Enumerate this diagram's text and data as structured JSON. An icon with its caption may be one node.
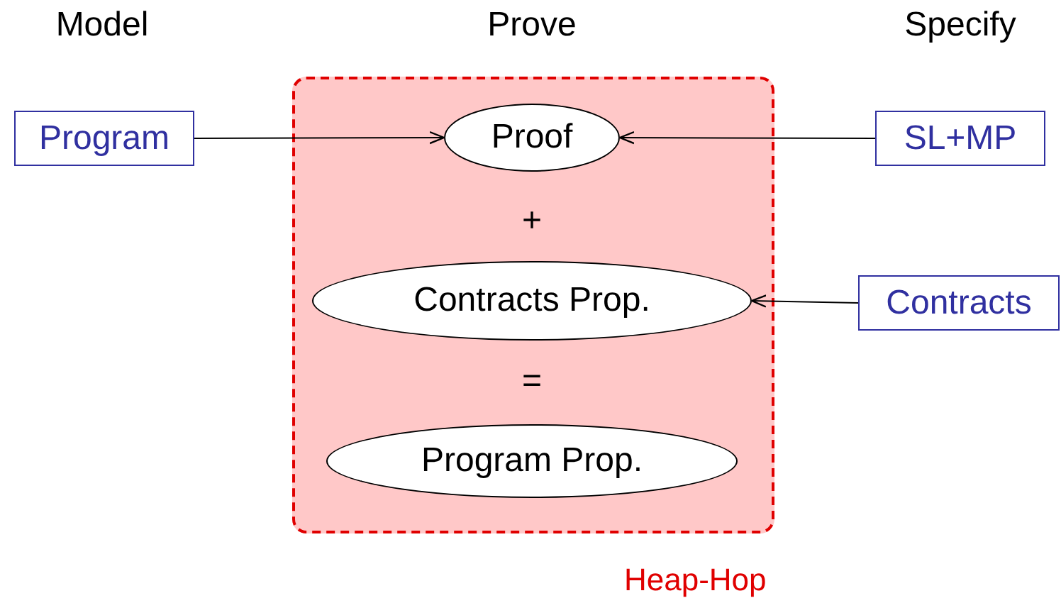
{
  "diagram": {
    "nodes": [
      {
        "text": [
          "Heap-Hop"
        ]
      },
      {
        "text": [
          "Proof"
        ],
        "in": 0
      },
      {
        "text": [
          "Contracts Prop."
        ],
        "in": 0
      },
      {
        "text": [
          "Program Prop."
        ],
        "in": 0
      },
      {
        "text": [
          "Program"
        ]
      },
      {
        "text": [
          "SL+MP"
        ]
      },
      {
        "text": [
          "Contracts"
        ]
      }
    ],
    "edges": [
      {
        "from": 4,
        "to": 1,
        "arrow": "to"
      },
      {
        "from": 5,
        "to": 1,
        "arrow": "to"
      },
      {
        "from": 6,
        "to": 2,
        "arrow": "to"
      }
    ],
    "labels": [
      "Model",
      "Prove",
      "Specify",
      "+",
      "="
    ]
  }
}
